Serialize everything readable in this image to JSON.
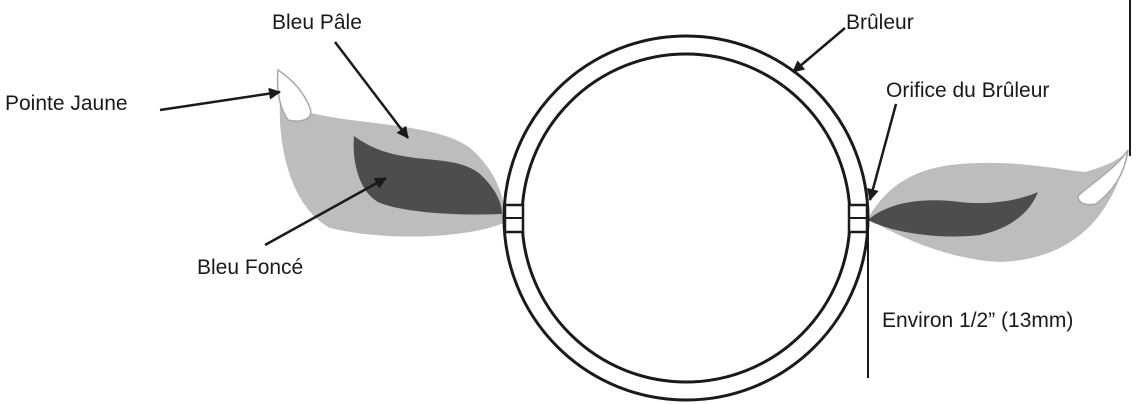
{
  "labels": {
    "light_blue": "Bleu Pâle",
    "yellow_tip": "Pointe Jaune",
    "dark_blue": "Bleu Foncé",
    "burner": "Brûleur",
    "burner_orifice": "Orifice du Brûleur",
    "distance": "Environ 1/2” (13mm)"
  },
  "colors": {
    "light_blue_flame": "#bdbdbd",
    "dark_blue_flame": "#4d4d4d",
    "yellow_tip": "#ffffff",
    "outline": "#1a1a1a"
  }
}
